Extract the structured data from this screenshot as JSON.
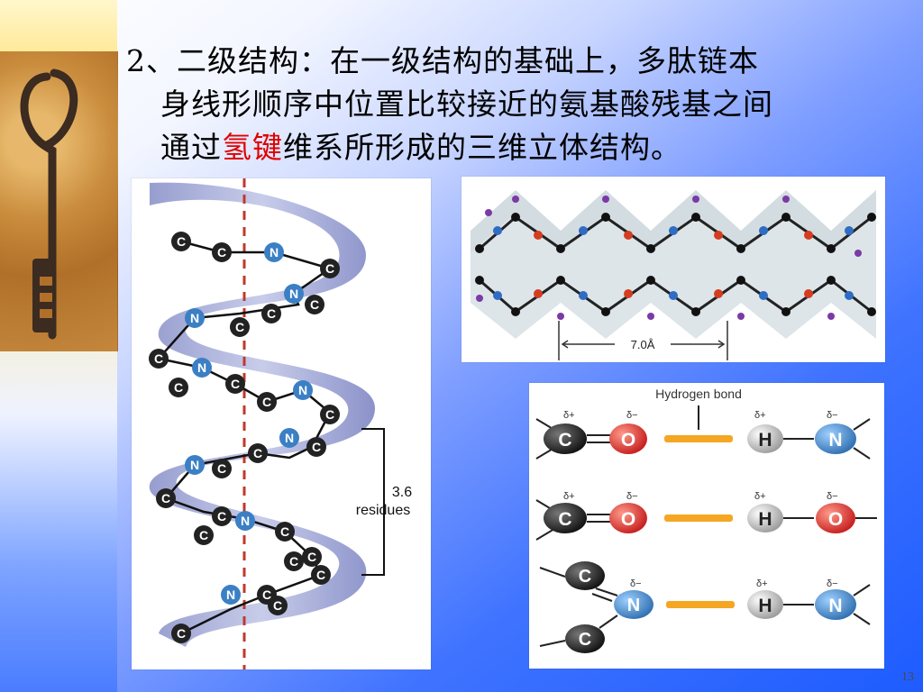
{
  "slide": {
    "title_line1": "2、二级结构：在一级结构的基础上，多肽链本",
    "title_line2": "身线形顺序中位置比较接近的氨基酸残基之间",
    "title_line3_before": "通过",
    "title_line3_highlight": "氢键",
    "title_line3_after": "维系所形成的三维立体结构。",
    "highlight_color": "#e00000",
    "page_number": "13"
  },
  "figures": {
    "alpha_helix": {
      "atom_labels": [
        "C",
        "C",
        "N",
        "C",
        "N",
        "C",
        "N",
        "C",
        "C",
        "C",
        "N",
        "C",
        "C",
        "C",
        "N",
        "C",
        "C",
        "N",
        "C",
        "C",
        "C",
        "N",
        "C",
        "C",
        "N",
        "C",
        "C",
        "C",
        "N",
        "C",
        "C",
        "C",
        "C"
      ],
      "annotation_value": "3.6",
      "annotation_unit": "residues"
    },
    "beta_sheet": {
      "distance_label": "7.0Å"
    },
    "hydrogen_bond": {
      "title": "Hydrogen bond",
      "rows": [
        {
          "left": "C",
          "mid_left": "O",
          "mid_right": "H",
          "right": "N",
          "charges": [
            "δ+",
            "δ−",
            "δ+",
            "δ−"
          ]
        },
        {
          "left": "C",
          "mid_left": "O",
          "mid_right": "H",
          "right": "O",
          "charges": [
            "δ+",
            "δ−",
            "δ+",
            "δ−"
          ]
        },
        {
          "left_top": "C",
          "left": "N",
          "left_bottom": "C",
          "mid_right": "H",
          "right": "N",
          "charges": [
            "δ−",
            "δ+",
            "δ−"
          ]
        }
      ]
    }
  },
  "icons": {
    "key_image": "old-key-photo-icon"
  }
}
